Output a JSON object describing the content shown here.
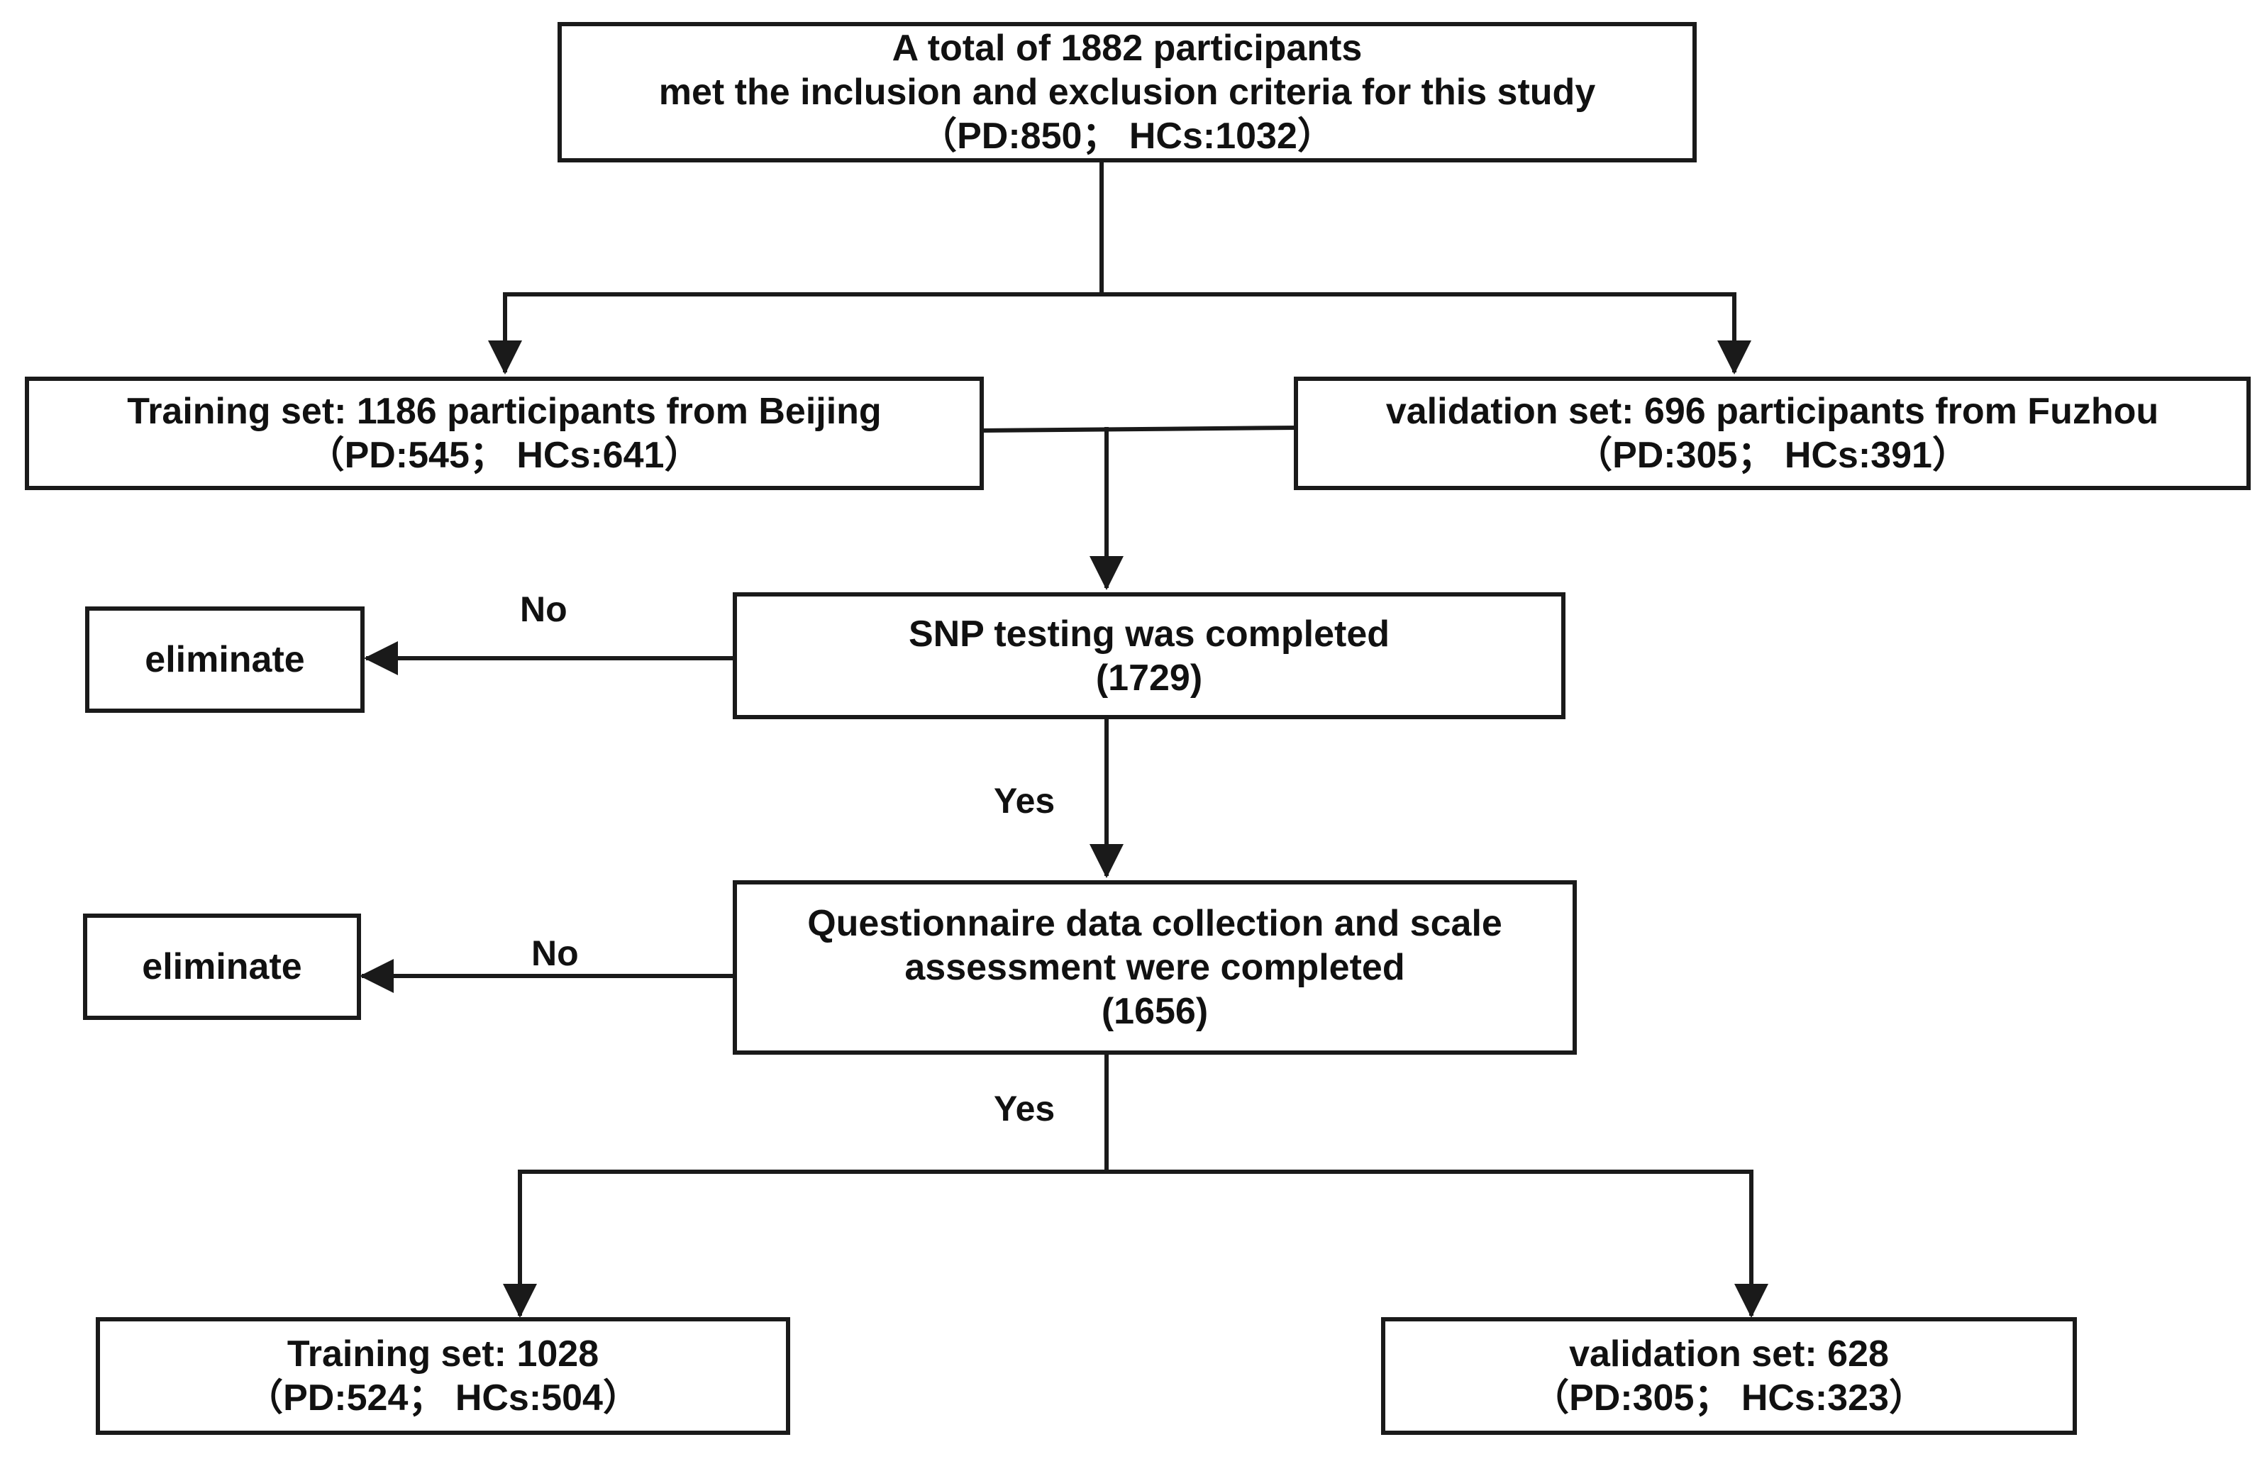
{
  "top": {
    "line1": "A total of 1882 participants",
    "line2": "met the inclusion and exclusion criteria for this study",
    "line3": "（PD:850；   HCs:1032）"
  },
  "training_initial": {
    "line1": "Training set: 1186  participants from Beijing",
    "line2": "（PD:545；   HCs:641）"
  },
  "validation_initial": {
    "line1": "validation set: 696  participants from Fuzhou",
    "line2": "（PD:305；   HCs:391）"
  },
  "snp": {
    "line1": "SNP testing was completed",
    "line2": "(1729)"
  },
  "questionnaire": {
    "line1": "Questionnaire data collection and scale",
    "line2": "assessment were completed",
    "line3": "(1656)"
  },
  "eliminate_1": "eliminate",
  "eliminate_2": "eliminate",
  "labels": {
    "no_1": "No",
    "no_2": "No",
    "yes_1": "Yes",
    "yes_2": "Yes"
  },
  "training_final": {
    "line1": "Training set: 1028",
    "line2": "（PD:524；   HCs:504）"
  },
  "validation_final": {
    "line1": "validation set: 628",
    "line2": "（PD:305；   HCs:323）"
  },
  "colors": {
    "stroke": "#1a1a1a",
    "text": "#111111",
    "background": "#ffffff"
  }
}
